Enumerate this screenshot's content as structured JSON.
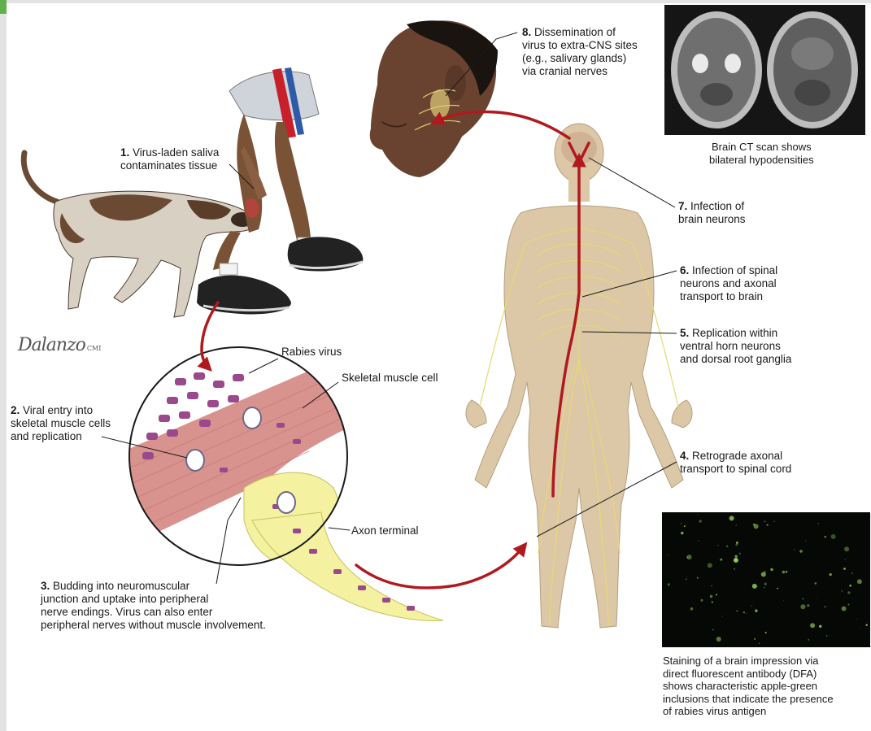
{
  "figure": {
    "signature": "Dalanzo",
    "signature_suffix": "CMI"
  },
  "steps": [
    {
      "num": "1.",
      "lines": [
        "Virus-laden saliva",
        "contaminates tissue"
      ]
    },
    {
      "num": "2.",
      "lines": [
        "Viral entry into",
        "skeletal muscle cells",
        "and replication"
      ]
    },
    {
      "num": "3.",
      "lines": [
        "Budding into neuromuscular",
        "junction and uptake into peripheral",
        "nerve endings. Virus can also enter",
        "peripheral nerves without muscle involvement."
      ]
    },
    {
      "num": "4.",
      "lines": [
        "Retrograde axonal",
        "transport to spinal cord"
      ]
    },
    {
      "num": "5.",
      "lines": [
        "Replication within",
        "ventral horn neurons",
        "and dorsal root ganglia"
      ]
    },
    {
      "num": "6.",
      "lines": [
        "Infection of spinal",
        "neurons and axonal",
        "transport to brain"
      ]
    },
    {
      "num": "7.",
      "lines": [
        "Infection of",
        "brain neurons"
      ]
    },
    {
      "num": "8.",
      "lines": [
        "Dissemination of",
        "virus to extra-CNS sites",
        "(e.g., salivary glands)",
        "via cranial nerves"
      ]
    }
  ],
  "inset_labels": {
    "rabies_virus": "Rabies virus",
    "muscle_cell": "Skeletal muscle cell",
    "axon_terminal": "Axon terminal"
  },
  "captions": {
    "ct": [
      "Brain CT scan shows",
      "bilateral hypodensities"
    ],
    "dfa": [
      "Staining of a brain impression via",
      "direct fluorescent antibody (DFA)",
      "shows characteristic apple-green",
      "inclusions that indicate the presence",
      "of rabies virus antigen"
    ]
  },
  "colors": {
    "arrow": "#b01a1f",
    "nerves": "#e8d878",
    "skin_body": "#dcc7a6",
    "muscle": "#d9938f",
    "axon": "#f4f1a0",
    "virion": "#9a4a8c",
    "fluorescence": "#9fe05a"
  }
}
